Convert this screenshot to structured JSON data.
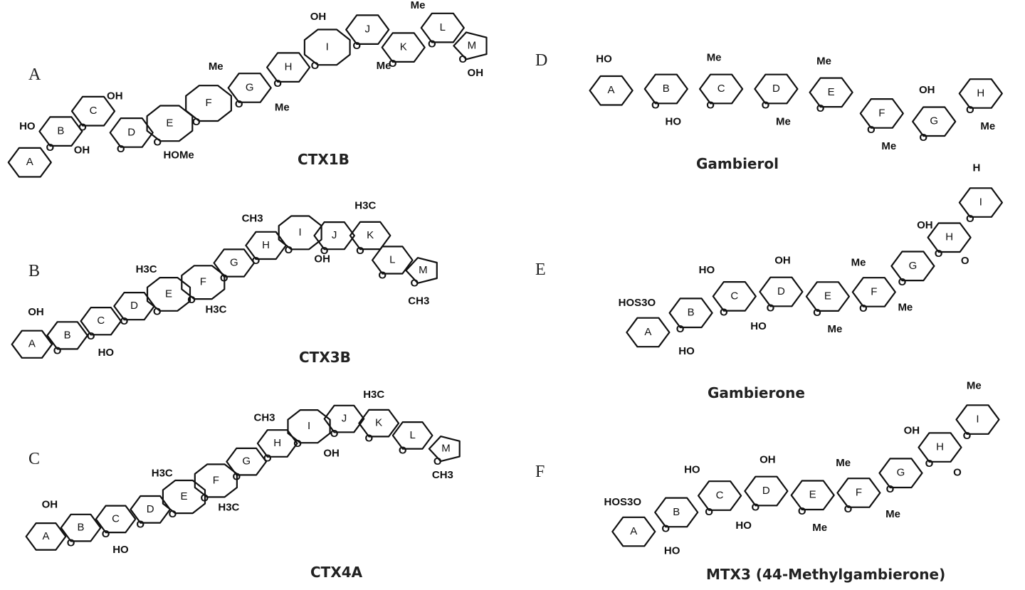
{
  "figure": {
    "panels": [
      {
        "id": "A",
        "letter": "A",
        "compound": "CTX1B",
        "rings": [
          "A",
          "B",
          "C",
          "D",
          "E",
          "F",
          "G",
          "H",
          "I",
          "J",
          "K",
          "L",
          "M"
        ],
        "substituents": [
          "HO",
          "OH",
          "OH",
          "HOMe",
          "Me",
          "Me",
          "OH",
          "Me",
          "Me",
          "OH"
        ]
      },
      {
        "id": "B",
        "letter": "B",
        "compound": "CTX3B",
        "rings": [
          "A",
          "B",
          "C",
          "D",
          "E",
          "F",
          "G",
          "H",
          "I",
          "J",
          "K",
          "L",
          "M"
        ],
        "substituents": [
          "OH",
          "HO",
          "H3C",
          "H3C",
          "CH3",
          "OH",
          "H3C",
          "CH3"
        ]
      },
      {
        "id": "C",
        "letter": "C",
        "compound": "CTX4A",
        "rings": [
          "A",
          "B",
          "C",
          "D",
          "E",
          "F",
          "G",
          "H",
          "I",
          "J",
          "K",
          "L",
          "M"
        ],
        "substituents": [
          "OH",
          "HO",
          "H3C",
          "H3C",
          "CH3",
          "OH",
          "H3C",
          "CH3"
        ]
      },
      {
        "id": "D",
        "letter": "D",
        "compound": "Gambierol",
        "rings": [
          "A",
          "B",
          "C",
          "D",
          "E",
          "F",
          "G",
          "H"
        ],
        "substituents": [
          "HO",
          "HO",
          "Me",
          "Me",
          "Me",
          "Me",
          "OH",
          "Me"
        ]
      },
      {
        "id": "E",
        "letter": "E",
        "compound": "Gambierone",
        "rings": [
          "A",
          "B",
          "C",
          "D",
          "E",
          "F",
          "G",
          "H",
          "I"
        ],
        "substituents": [
          "HOS3O",
          "HO",
          "HO",
          "HO",
          "OH",
          "Me",
          "Me",
          "Me",
          "OH",
          "O",
          "H"
        ]
      },
      {
        "id": "F",
        "letter": "F",
        "compound": "MTX3 (44-Methylgambierone)",
        "rings": [
          "A",
          "B",
          "C",
          "D",
          "E",
          "F",
          "G",
          "H",
          "I"
        ],
        "substituents": [
          "HOS3O",
          "HO",
          "HO",
          "HO",
          "OH",
          "Me",
          "Me",
          "Me",
          "OH",
          "O",
          "Me"
        ]
      }
    ]
  }
}
